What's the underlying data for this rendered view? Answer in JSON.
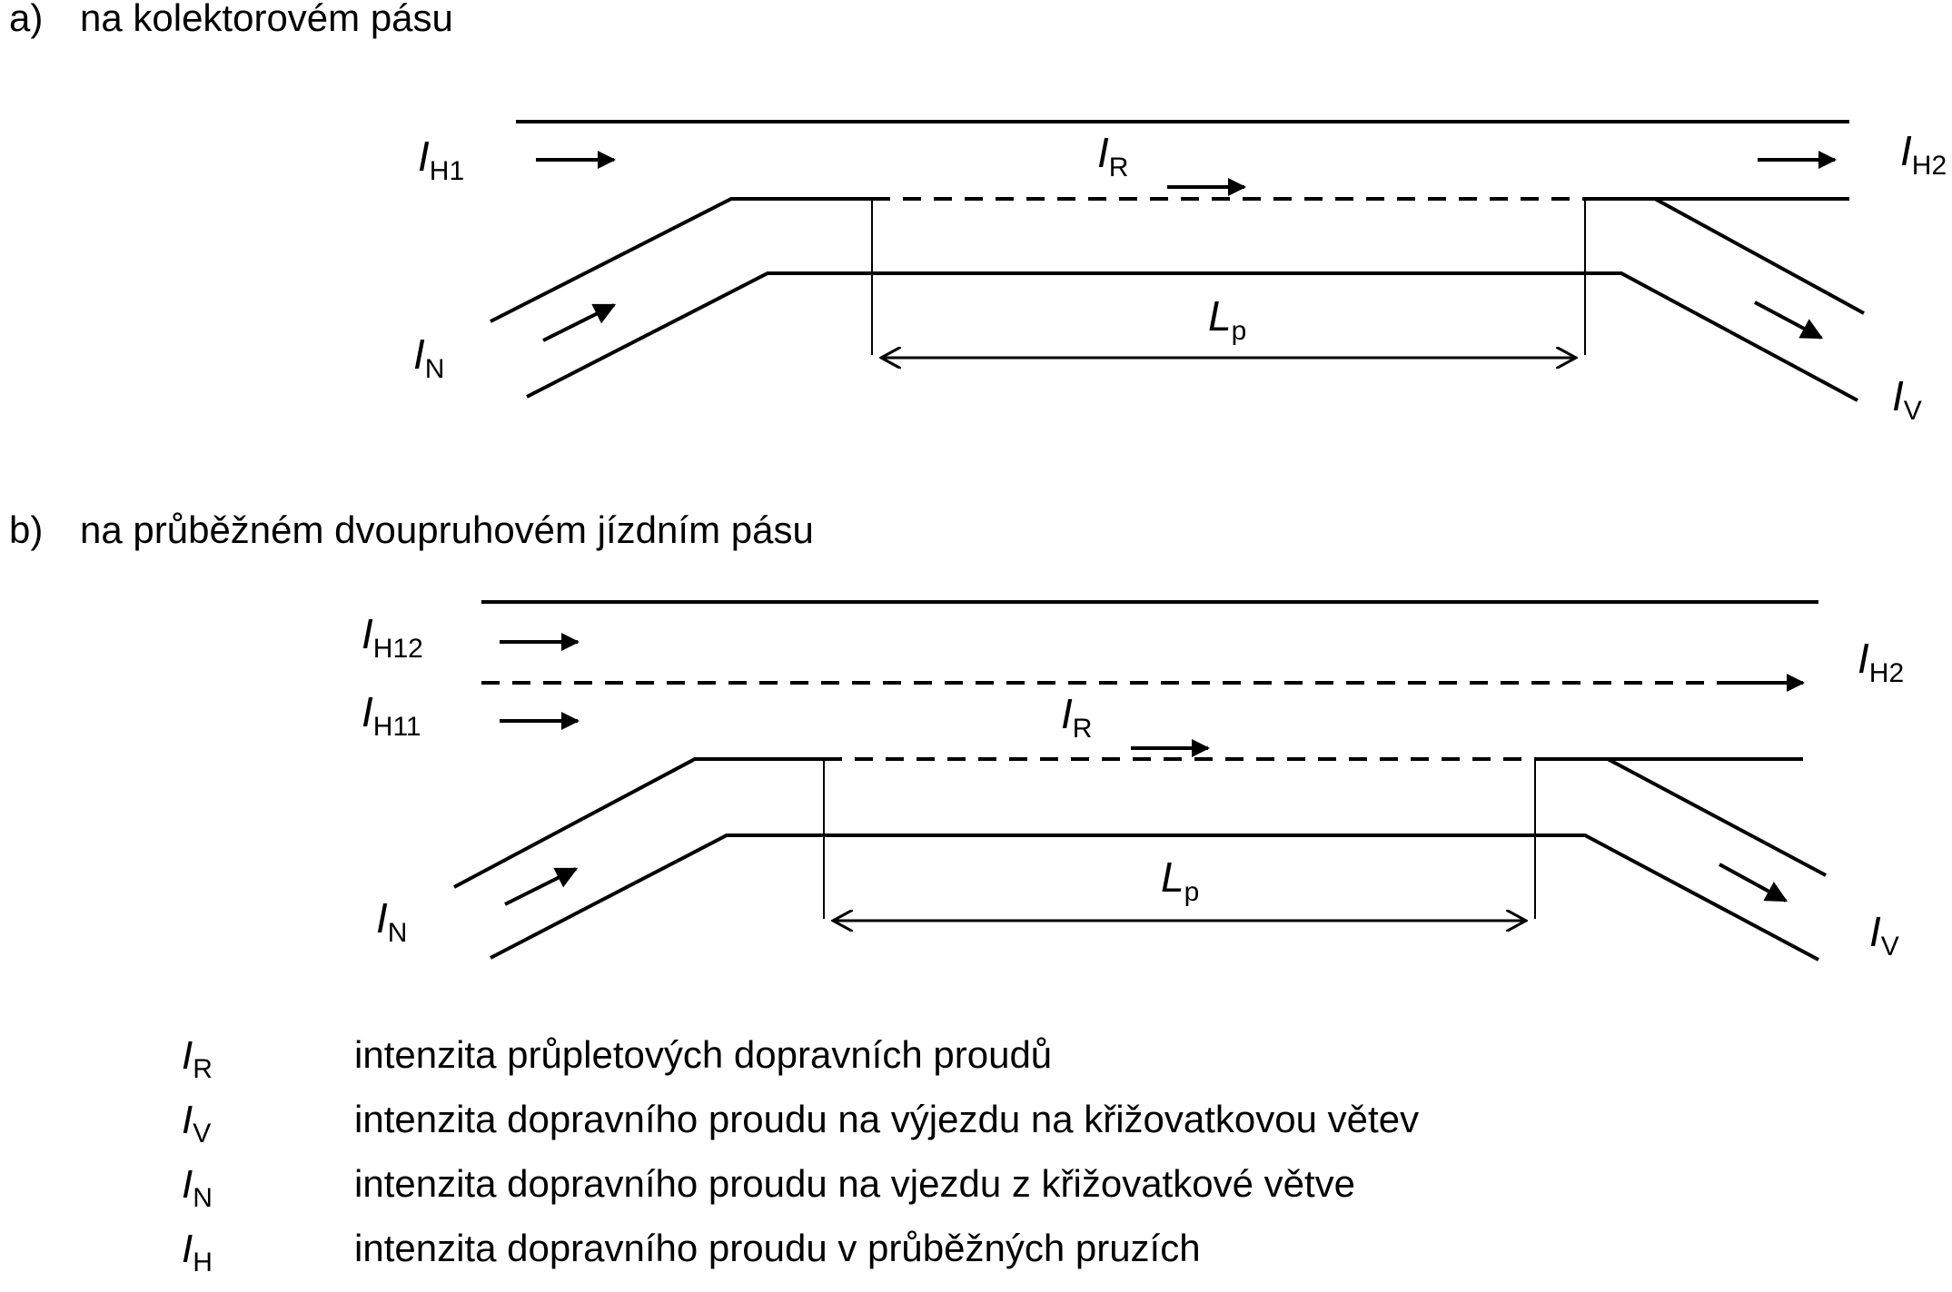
{
  "section_a": {
    "letter": "a)",
    "title": "na kolektorovém pásu",
    "labels": {
      "ih1": {
        "sym": "I",
        "sub": "H1"
      },
      "ir": {
        "sym": "I",
        "sub": "R"
      },
      "ih2": {
        "sym": "I",
        "sub": "H2"
      },
      "in": {
        "sym": "I",
        "sub": "N"
      },
      "lp": {
        "sym": "L",
        "sub": "p"
      },
      "iv": {
        "sym": "I",
        "sub": "V"
      }
    }
  },
  "section_b": {
    "letter": "b)",
    "title": "na průběžném dvoupruhovém jízdním pásu",
    "labels": {
      "ih12": {
        "sym": "I",
        "sub": "H12"
      },
      "ih11": {
        "sym": "I",
        "sub": "H11"
      },
      "ir": {
        "sym": "I",
        "sub": "R"
      },
      "ih2": {
        "sym": "I",
        "sub": "H2"
      },
      "in": {
        "sym": "I",
        "sub": "N"
      },
      "lp": {
        "sym": "L",
        "sub": "p"
      },
      "iv": {
        "sym": "I",
        "sub": "V"
      }
    }
  },
  "legend": [
    {
      "sym": "I",
      "sub": "R",
      "desc": "intenzita průpletových dopravních proudů"
    },
    {
      "sym": "I",
      "sub": "V",
      "desc": "intenzita dopravního proudu na výjezdu na křižovatkovou větev"
    },
    {
      "sym": "I",
      "sub": "N",
      "desc": "intenzita dopravního proudu na vjezdu z křižovatkové větve"
    },
    {
      "sym": "I",
      "sub": "H",
      "desc": "intenzita dopravního proudu v průběžných pruzích"
    }
  ]
}
